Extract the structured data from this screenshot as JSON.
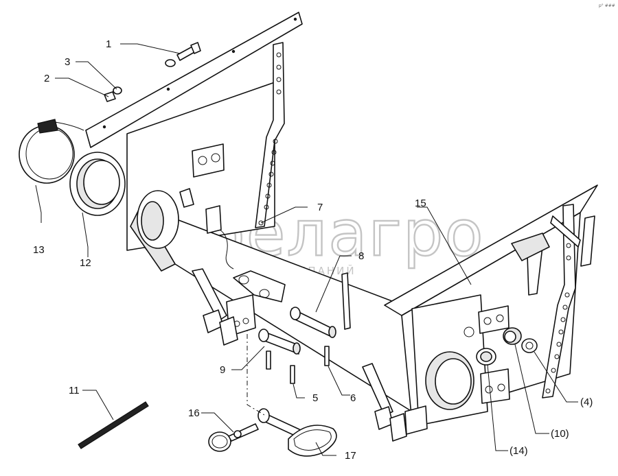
{
  "diagram": {
    "watermark": {
      "brand": "белагро",
      "tagline": "ГРУППА КОМПАНИЙ"
    },
    "corner_mark": "p° ###",
    "callouts": [
      {
        "id": "c1",
        "label": "1"
      },
      {
        "id": "c2",
        "label": "2"
      },
      {
        "id": "c3",
        "label": "3"
      },
      {
        "id": "c4",
        "label": "(4)"
      },
      {
        "id": "c5",
        "label": "5"
      },
      {
        "id": "c6",
        "label": "6"
      },
      {
        "id": "c7",
        "label": "7"
      },
      {
        "id": "c8",
        "label": "8"
      },
      {
        "id": "c9",
        "label": "9"
      },
      {
        "id": "c10",
        "label": "(10)"
      },
      {
        "id": "c11",
        "label": "11"
      },
      {
        "id": "c12",
        "label": "12"
      },
      {
        "id": "c13",
        "label": "13"
      },
      {
        "id": "c14",
        "label": "(14)"
      },
      {
        "id": "c15",
        "label": "15"
      },
      {
        "id": "c16",
        "label": "16"
      },
      {
        "id": "c17",
        "label": "17"
      }
    ]
  }
}
